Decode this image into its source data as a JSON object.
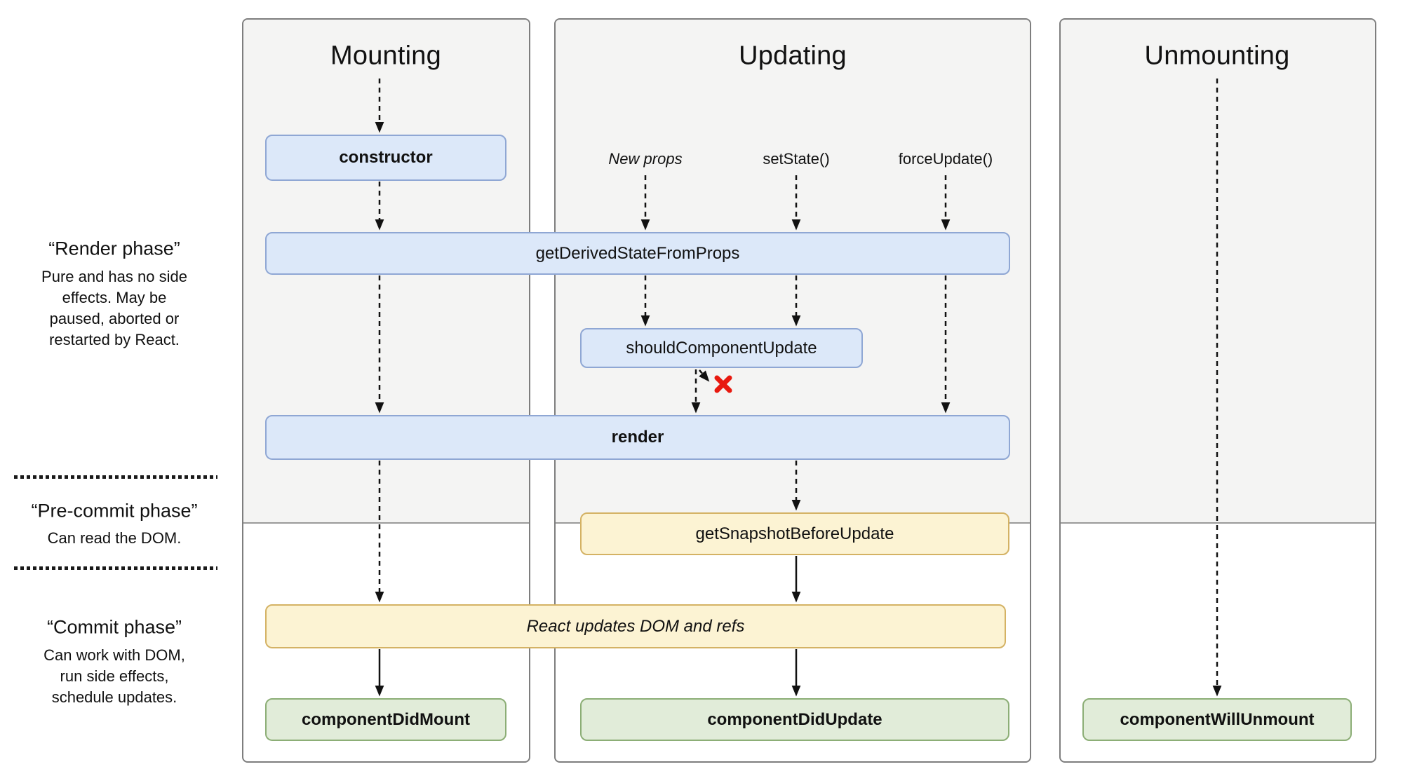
{
  "columns": {
    "mounting": {
      "title": "Mounting"
    },
    "updating": {
      "title": "Updating"
    },
    "unmounting": {
      "title": "Unmounting"
    }
  },
  "triggers": {
    "new_props": "New props",
    "set_state": "setState()",
    "force_update": "forceUpdate()"
  },
  "lifecycle_boxes": {
    "constructor": "constructor",
    "get_derived_state_from_props": "getDerivedStateFromProps",
    "should_component_update": "shouldComponentUpdate",
    "render": "render",
    "get_snapshot_before_update": "getSnapshotBeforeUpdate",
    "react_updates_dom": "React updates DOM and refs",
    "component_did_mount": "componentDidMount",
    "component_did_update": "componentDidUpdate",
    "component_will_unmount": "componentWillUnmount"
  },
  "phase_labels": {
    "render": {
      "title": "“Render phase”",
      "desc_lines": [
        "Pure and has no side",
        "effects. May be",
        "paused, aborted or",
        "restarted by React."
      ]
    },
    "pre_commit": {
      "title": "“Pre-commit phase”",
      "desc_lines": [
        "Can read the DOM."
      ]
    },
    "commit": {
      "title": "“Commit phase”",
      "desc_lines": [
        "Can work with DOM,",
        "run side effects,",
        "schedule updates."
      ]
    }
  },
  "icons": {
    "skip_update": "red-x-mark"
  },
  "colors": {
    "box_blue_bg": "#dce8f9",
    "box_blue_border": "#8fa7d4",
    "box_yellow_bg": "#fcf3d3",
    "box_yellow_border": "#d4b264",
    "box_green_bg": "#e1ecd9",
    "box_green_border": "#8cae76",
    "panel_grey_bg": "#f4f4f3",
    "panel_border": "#7e7e7e",
    "arrow": "#111111",
    "x_mark": "#e8190f"
  }
}
